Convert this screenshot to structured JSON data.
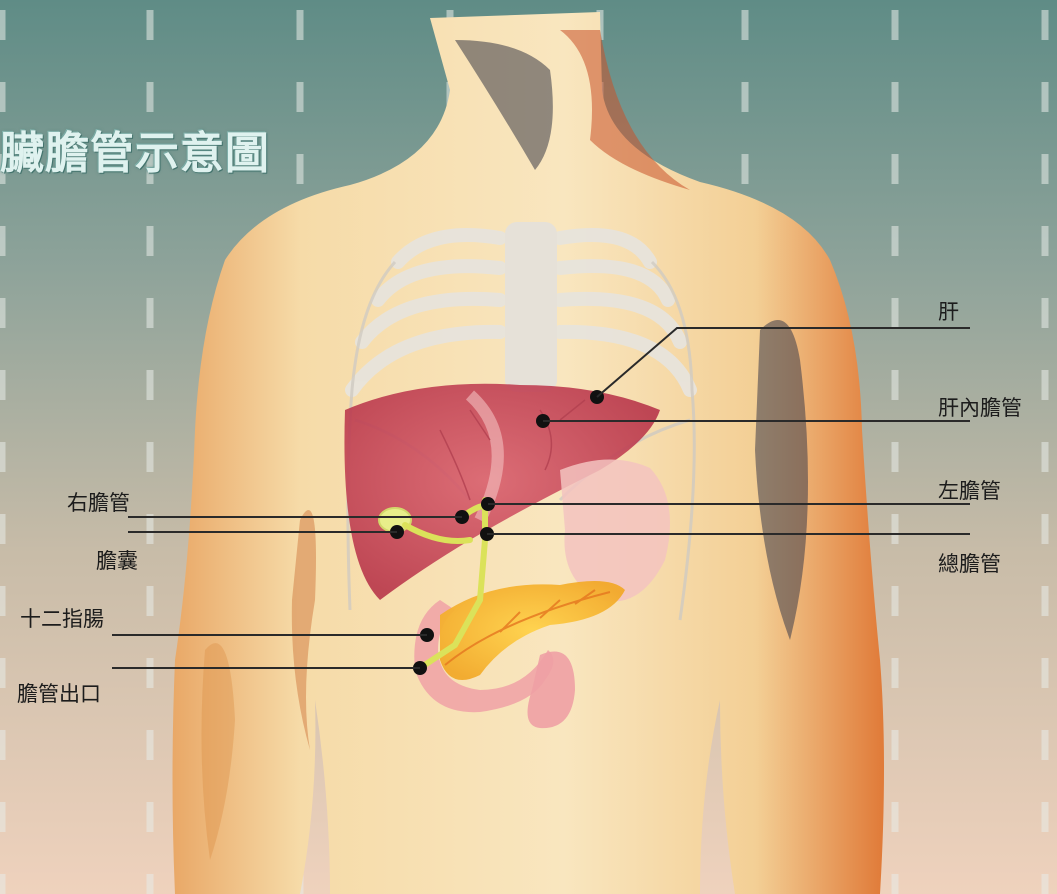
{
  "title": "臟膽管示意圖",
  "labels": {
    "liver": "肝",
    "intrahepatic_duct": "肝內膽管",
    "left_duct": "左膽管",
    "common_duct": "總膽管",
    "right_duct": "右膽管",
    "gallbladder": "膽囊",
    "duodenum": "十二指腸",
    "duct_outlet": "膽管出口"
  }
}
